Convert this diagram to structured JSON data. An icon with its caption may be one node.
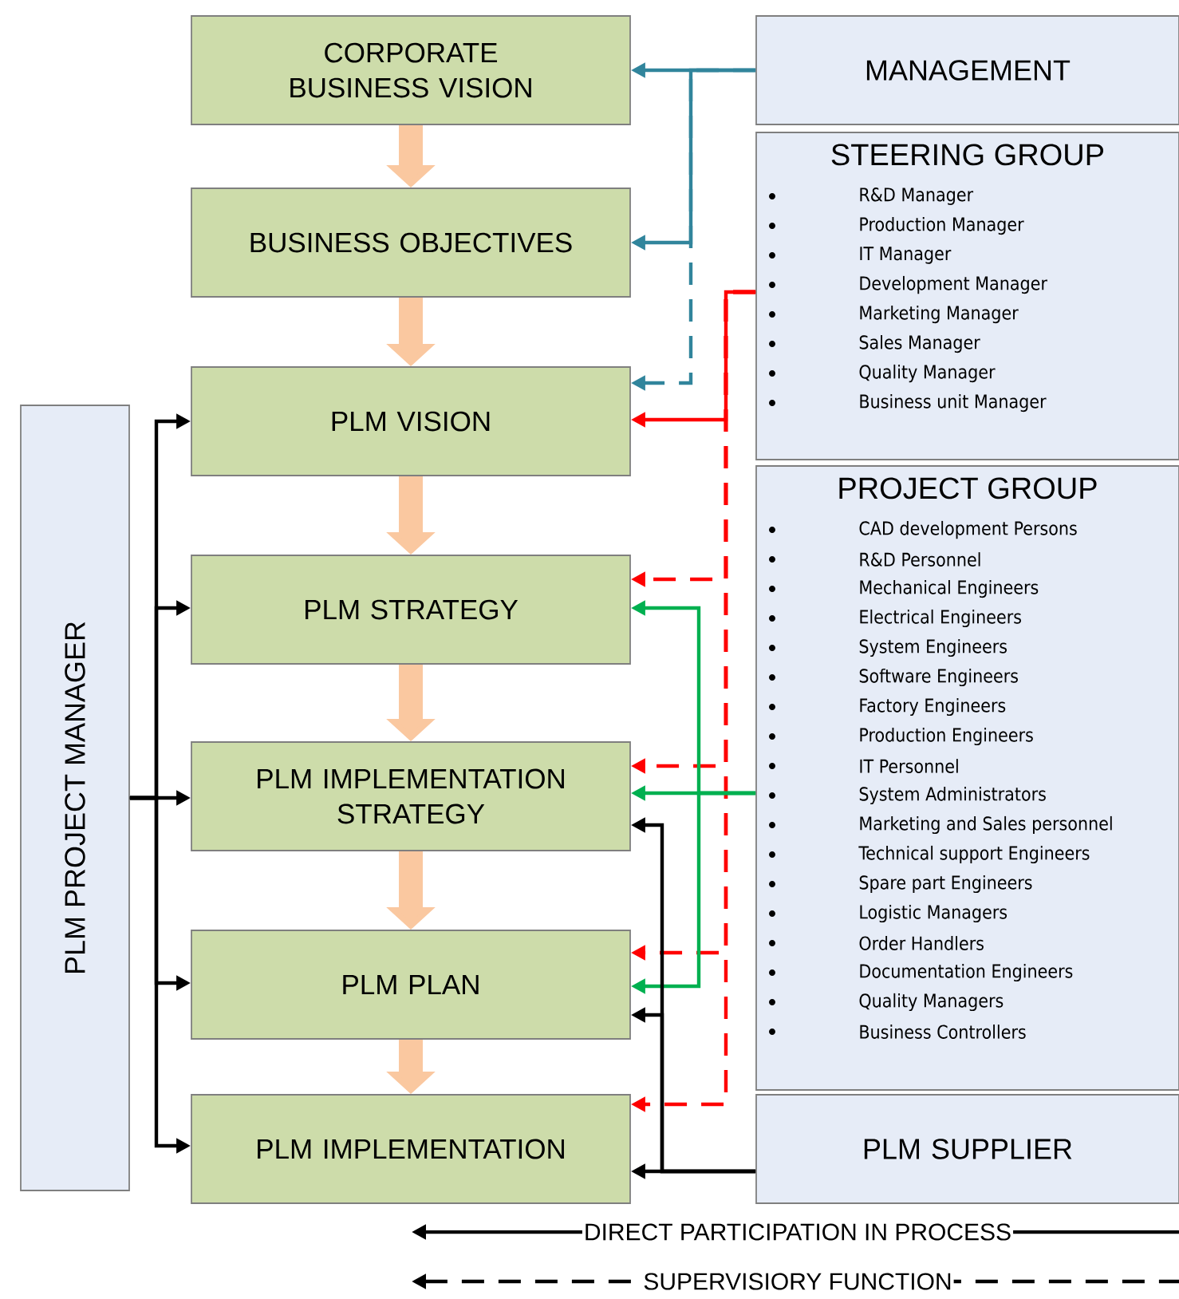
{
  "diagram": {
    "nodes": [
      {
        "text": [
          "CORPORATE BUSINESS VISION"
        ]
      },
      {
        "text": [
          "BUSINESS OBJECTIVES"
        ]
      },
      {
        "text": [
          "PLM VISION"
        ]
      },
      {
        "text": [
          "PLM STRATEGY"
        ]
      },
      {
        "text": [
          "PLM IMPLEMENTATION STRATEGY"
        ]
      },
      {
        "text": [
          "PLM PLAN"
        ]
      },
      {
        "text": [
          "PLM IMPLEMENTATION"
        ]
      },
      {
        "text": [
          "MANAGEMENT"
        ]
      },
      {
        "text": [
          "STEERING GROUP",
          "R&D Manager",
          "Production Manager",
          "IT Manager",
          "Development Manager",
          "Marketing Manager",
          "Sales Manager",
          "Quality Manager",
          "Business unit Manager"
        ]
      },
      {
        "text": [
          "PROJECT GROUP",
          "CAD development Persons",
          "R&D Personnel",
          "Mechanical Engineers",
          "Electrical Engineers",
          "System Engineers",
          "Software Engineers",
          "Factory Engineers",
          "Production Engineers",
          "IT Personnel",
          "System Administrators",
          "Marketing and Sales personnel",
          "Technical support Engineers",
          "Spare part Engineers",
          "Logistic Managers",
          "Order Handlers",
          "Documentation Engineers",
          "Quality Managers",
          "Business Controllers"
        ]
      },
      {
        "text": [
          "PLM SUPPLIER"
        ]
      },
      {
        "text": [
          "PLM PROJECT MANAGER"
        ]
      }
    ],
    "edges": [
      {
        "from": 0,
        "to": 1,
        "arrow": "to",
        "style": "thick",
        "color": "#fac8a0"
      },
      {
        "from": 1,
        "to": 2,
        "arrow": "to",
        "style": "thick",
        "color": "#fac8a0"
      },
      {
        "from": 2,
        "to": 3,
        "arrow": "to",
        "style": "thick",
        "color": "#fac8a0"
      },
      {
        "from": 3,
        "to": 4,
        "arrow": "to",
        "style": "thick",
        "color": "#fac8a0"
      },
      {
        "from": 4,
        "to": 5,
        "arrow": "to",
        "style": "thick",
        "color": "#fac8a0"
      },
      {
        "from": 5,
        "to": 6,
        "arrow": "to",
        "style": "thick",
        "color": "#fac8a0"
      },
      {
        "from": 7,
        "to": 0,
        "arrow": "to",
        "color": "#31859c"
      },
      {
        "from": 7,
        "to": 1,
        "arrow": "to",
        "color": "#31859c"
      },
      {
        "from": 7,
        "to": 2,
        "arrow": "to",
        "style": "dashed",
        "color": "#31859c"
      },
      {
        "from": 8,
        "to": 2,
        "arrow": "to",
        "color": "#ff0000"
      },
      {
        "from": 8,
        "to": 3,
        "arrow": "to",
        "style": "dashed",
        "color": "#ff0000"
      },
      {
        "from": 8,
        "to": 4,
        "arrow": "to",
        "style": "dashed",
        "color": "#ff0000"
      },
      {
        "from": 8,
        "to": 5,
        "arrow": "to",
        "style": "dashed",
        "color": "#ff0000"
      },
      {
        "from": 8,
        "to": 6,
        "arrow": "to",
        "style": "dashed",
        "color": "#ff0000"
      },
      {
        "from": 9,
        "to": 3,
        "arrow": "to",
        "color": "#00b050"
      },
      {
        "from": 9,
        "to": 4,
        "arrow": "to",
        "color": "#00b050"
      },
      {
        "from": 9,
        "to": 5,
        "arrow": "to",
        "color": "#00b050"
      },
      {
        "from": 10,
        "to": 6,
        "arrow": "to"
      },
      {
        "from": 10,
        "to": 5,
        "arrow": "to"
      },
      {
        "from": 10,
        "to": 4,
        "arrow": "to"
      },
      {
        "from": 11,
        "to": 2,
        "arrow": "to"
      },
      {
        "from": 11,
        "to": 3,
        "arrow": "to"
      },
      {
        "from": 11,
        "to": 4,
        "arrow": "to"
      },
      {
        "from": 11,
        "to": 5,
        "arrow": "to"
      },
      {
        "from": 11,
        "to": 6,
        "arrow": "to"
      }
    ],
    "legend": [
      {
        "text": "DIRECT PARTICIPATION IN PROCESS"
      },
      {
        "text": "SUPERVISIORY FUNCTION"
      }
    ]
  }
}
